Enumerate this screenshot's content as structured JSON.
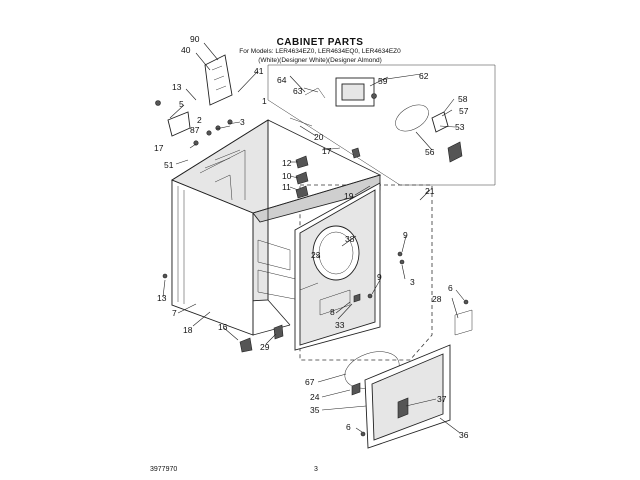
{
  "header": {
    "title": "CABINET PARTS",
    "models": "For Models: LER4634EZ0, LER4634EQ0, LER4634EZ0",
    "variant": "(White)(Designer White)(Designer Almond)"
  },
  "footer": {
    "part_number": "3977970",
    "page_number": "3"
  },
  "callouts": {
    "c90": "90",
    "c40": "40",
    "c13a": "13",
    "c5": "5",
    "c41": "41",
    "c1": "1",
    "c2": "2",
    "c3a": "3",
    "c87": "87",
    "c17a": "17",
    "c51": "51",
    "c64": "64",
    "c63": "63",
    "c59": "59",
    "c62": "62",
    "c58": "58",
    "c57": "57",
    "c53": "53",
    "c56": "56",
    "c20": "20",
    "c17b": "17",
    "c12": "12",
    "c10": "10",
    "c11": "11",
    "c19": "19",
    "c21": "21",
    "c38": "38",
    "c23": "23",
    "c9a": "9",
    "c3b": "3",
    "c9b": "9",
    "c8": "8",
    "c33": "33",
    "c13b": "13",
    "c7": "7",
    "c18": "18",
    "c16": "16",
    "c29": "29",
    "c28": "28",
    "c6a": "6",
    "c67": "67",
    "c24": "24",
    "c35": "35",
    "c37": "37",
    "c6b": "6",
    "c36": "36"
  }
}
